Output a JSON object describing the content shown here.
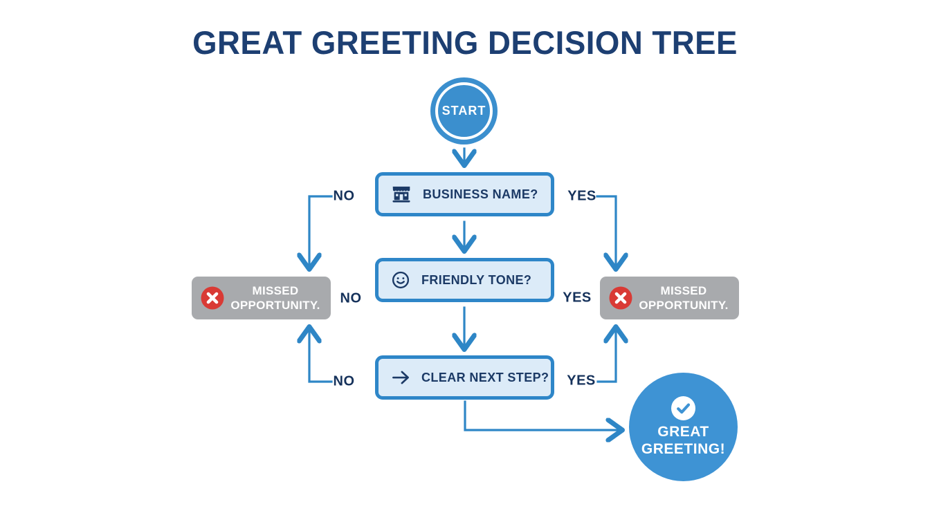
{
  "title": "GREAT GREETING DECISION TREE",
  "start": {
    "label": "START"
  },
  "nodes": [
    {
      "id": "business-name",
      "label": "BUSINESS NAME?",
      "icon": "storefront-icon"
    },
    {
      "id": "friendly-tone",
      "label": "FRIENDLY TONE?",
      "icon": "smiley-icon"
    },
    {
      "id": "clear-next-step",
      "label": "CLEAR NEXT STEP?",
      "icon": "arrow-right-icon"
    }
  ],
  "branch_labels": {
    "no": "NO",
    "yes": "YES"
  },
  "outcomes": {
    "missed_left": {
      "line1": "MISSED",
      "line2": "OPPORTUNITY.",
      "icon": "x-circle-icon"
    },
    "missed_right": {
      "line1": "MISSED",
      "line2": "OPPORTUNITY.",
      "icon": "x-circle-icon"
    },
    "success": {
      "line1": "GREAT",
      "line2": "GREETING!",
      "icon": "check-circle-icon"
    }
  },
  "colors": {
    "title_navy": "#1d3f72",
    "node_border_blue": "#2e86c8",
    "node_fill_light_blue": "#dcebf8",
    "node_text_navy": "#1c3a66",
    "connector_blue": "#2e86c6",
    "start_circle_blue": "#3b8fce",
    "success_circle_blue": "#3e93d4",
    "missed_gray": "#a8aaad",
    "error_red": "#d93a35",
    "white": "#ffffff"
  }
}
